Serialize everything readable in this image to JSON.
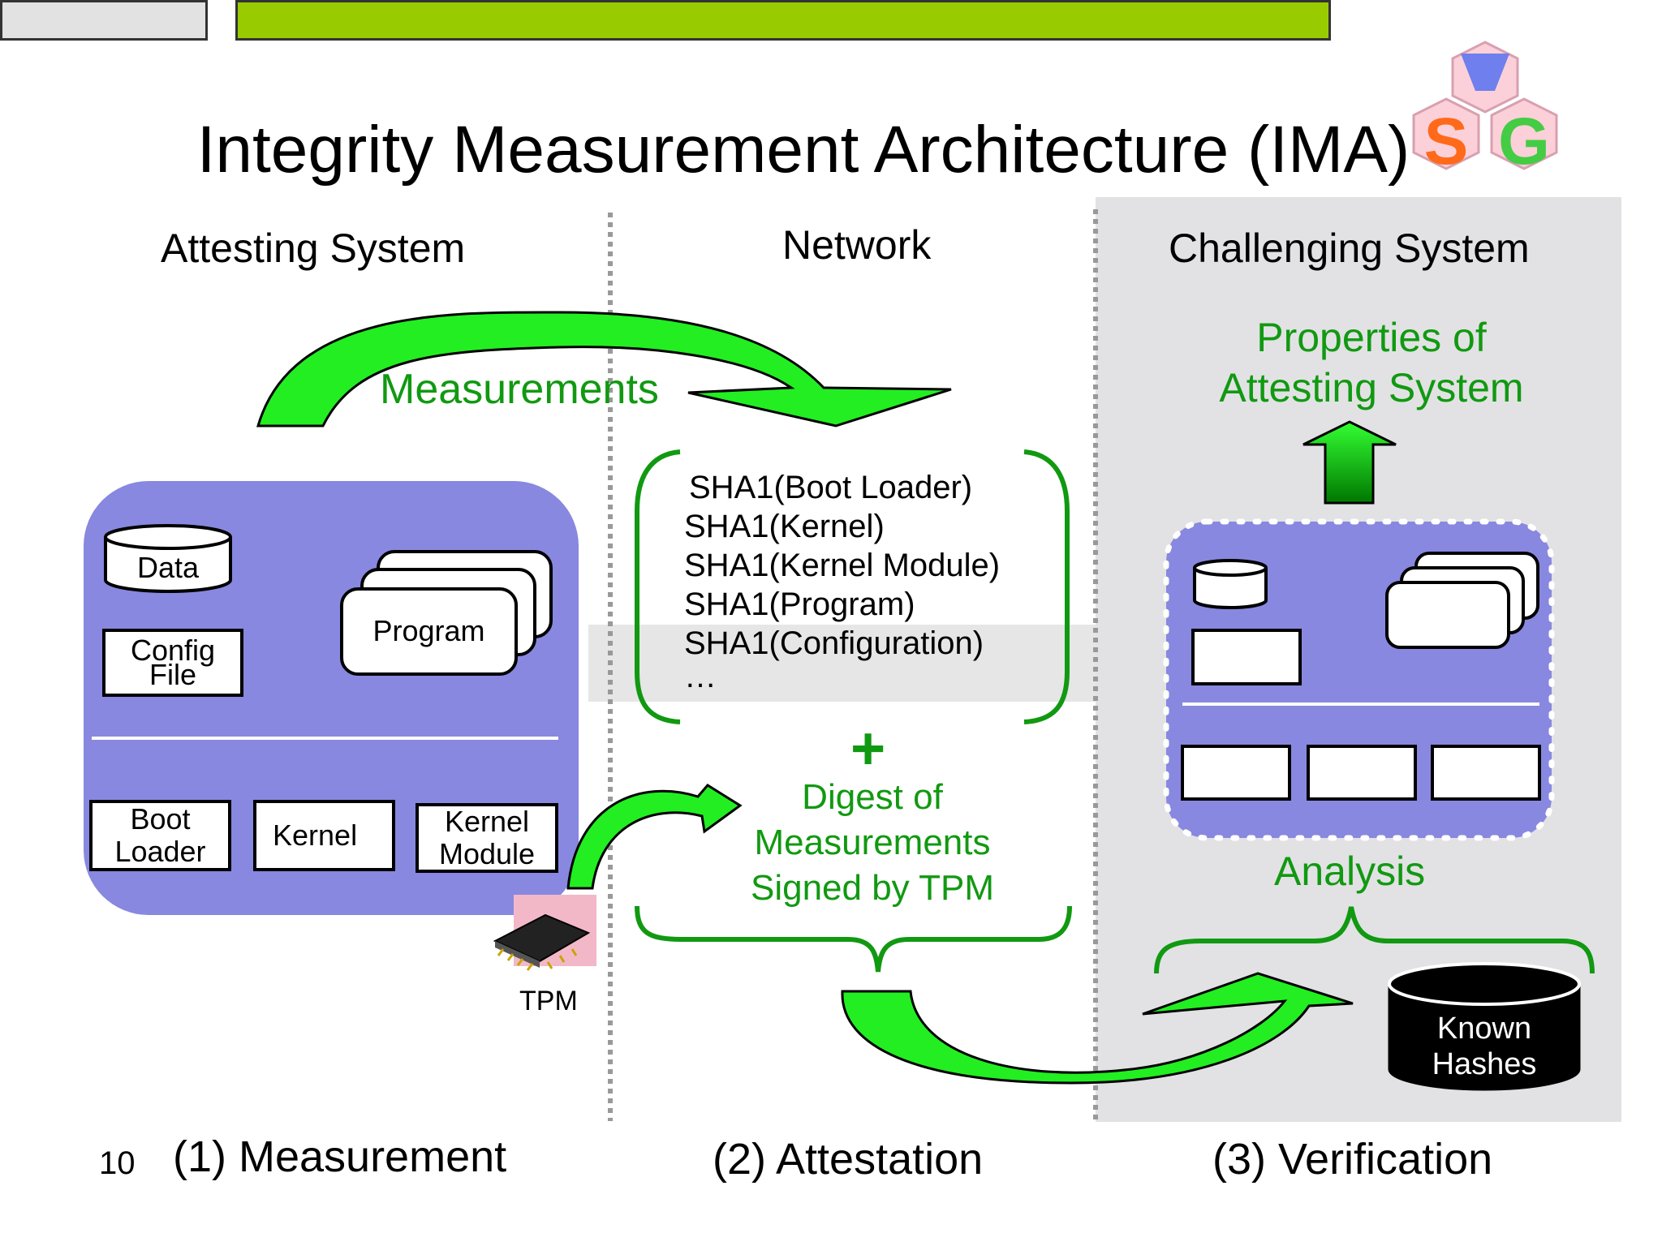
{
  "title": "Integrity Measurement Architecture (IMA)",
  "page_number": "10",
  "logo": {
    "letters": "VSG",
    "name": "vsg-logo"
  },
  "columns": {
    "attesting": "Attesting System",
    "network": "Network",
    "challenging": "Challenging System"
  },
  "arrows": {
    "measurements": "Measurements",
    "properties": "Properties of\nAttesting System",
    "digest": "Digest of\nMeasurements\nSigned by TPM",
    "analysis": "Analysis",
    "plus": "+"
  },
  "attesting_system": {
    "data": "Data",
    "config_file": "Config\nFile",
    "program": "Program",
    "boot_loader": "Boot\nLoader",
    "kernel": "Kernel",
    "kernel_module": "Kernel\nModule",
    "tpm": "TPM"
  },
  "measurement_list": [
    "SHA1(Boot Loader)",
    "SHA1(Kernel)",
    "SHA1(Kernel Module)",
    "SHA1(Program)",
    "SHA1(Configuration)",
    "…"
  ],
  "known_hashes": "Known\nHashes",
  "phases": {
    "measurement": "(1) Measurement",
    "attestation": "(2) Attestation",
    "verification": "(3) Verification"
  },
  "colors": {
    "green_bar": "#99cc00",
    "green_text": "#119911",
    "arrow_green": "#22ee22",
    "system_fill": "#8888e0",
    "challenge_bg": "#e2e2e4"
  }
}
